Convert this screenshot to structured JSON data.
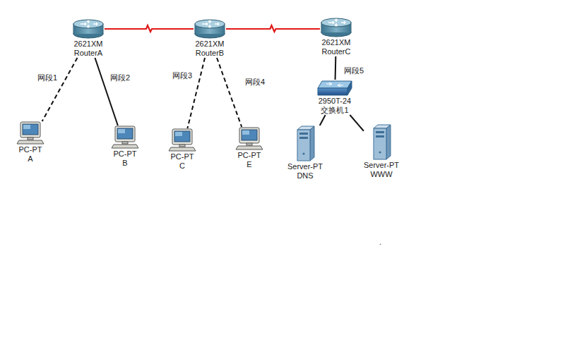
{
  "diagram": {
    "nodes": [
      {
        "text": [
          "2621XM",
          "RouterA"
        ]
      },
      {
        "text": [
          "2621XM",
          "RouterB"
        ]
      },
      {
        "text": [
          "2621XM",
          "RouterC"
        ]
      },
      {
        "text": [
          "2950T-24",
          "交换机1"
        ]
      },
      {
        "text": [
          "PC-PT",
          "A"
        ]
      },
      {
        "text": [
          "PC-PT",
          "B"
        ]
      },
      {
        "text": [
          "PC-PT",
          "C"
        ]
      },
      {
        "text": [
          "PC-PT",
          "E"
        ]
      },
      {
        "text": [
          "Server-PT",
          "DNS"
        ]
      },
      {
        "text": [
          "Server-PT",
          "WWW"
        ]
      }
    ],
    "edges": [
      {
        "from": 0,
        "to": 1,
        "arrow": "none"
      },
      {
        "from": 1,
        "to": 2,
        "arrow": "none"
      },
      {
        "from": 0,
        "to": 4,
        "arrow": "none",
        "label": "网段1"
      },
      {
        "from": 0,
        "to": 5,
        "arrow": "none",
        "label": "网段2"
      },
      {
        "from": 1,
        "to": 6,
        "arrow": "none",
        "label": "网段3"
      },
      {
        "from": 1,
        "to": 7,
        "arrow": "none",
        "label": "网段4"
      },
      {
        "from": 2,
        "to": 3,
        "arrow": "none",
        "label": "网段5"
      },
      {
        "from": 3,
        "to": 8,
        "arrow": "none"
      },
      {
        "from": 3,
        "to": 9,
        "arrow": "none"
      }
    ],
    "labels": [
      "."
    ]
  }
}
